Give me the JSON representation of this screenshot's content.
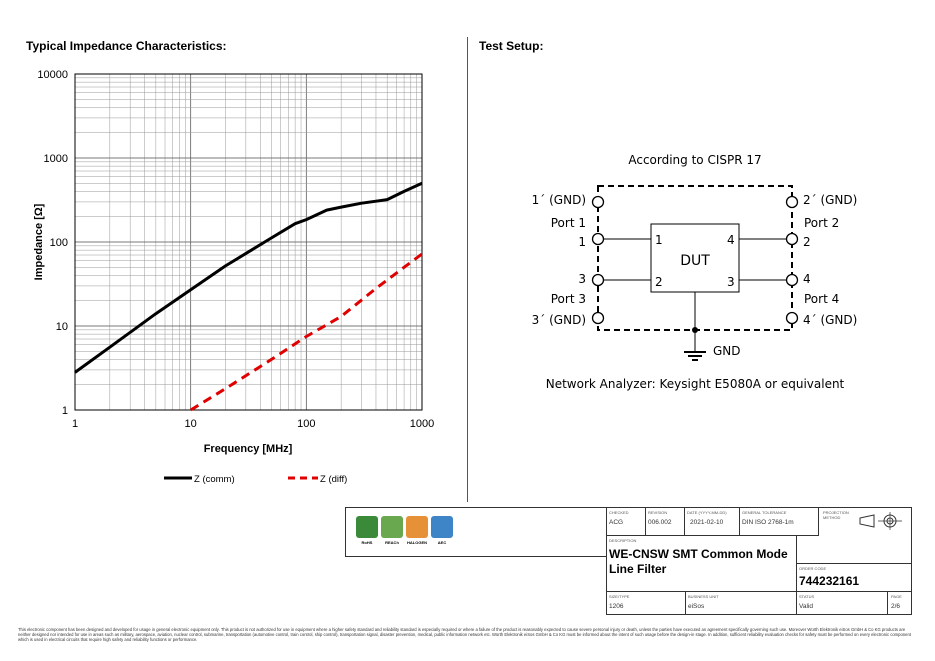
{
  "left_heading": "Typical Impedance Characteristics:",
  "right_heading": "Test Setup:",
  "chart_data": {
    "type": "line",
    "xscale": "log",
    "yscale": "log",
    "xlim": [
      1,
      1000
    ],
    "ylim": [
      1,
      10000
    ],
    "xlabel": "Frequency [MHz]",
    "ylabel": "Impedance [Ω]",
    "x_ticks": [
      "1",
      "10",
      "100",
      "1000"
    ],
    "y_ticks": [
      "1",
      "10",
      "100",
      "1000",
      "10000"
    ],
    "grid": true,
    "legend_position": "bottom",
    "series": [
      {
        "name": "Z (comm)",
        "color": "#000000",
        "style": "solid",
        "x": [
          1,
          2,
          5,
          10,
          20,
          50,
          80,
          100,
          150,
          200,
          300,
          500,
          700,
          1000
        ],
        "y": [
          2.8,
          5.6,
          14,
          27,
          52,
          112,
          165,
          185,
          240,
          260,
          290,
          320,
          400,
          500
        ]
      },
      {
        "name": "Z (diff)",
        "color": "#e00000",
        "style": "dashed",
        "x": [
          10,
          20,
          50,
          100,
          200,
          400,
          700,
          1000
        ],
        "y": [
          1,
          1.8,
          4,
          7.5,
          13,
          28,
          50,
          72
        ]
      }
    ]
  },
  "setup": {
    "title": "According to CISPR 17",
    "port1_gnd": "1´ (GND)",
    "port1": "Port 1",
    "pin1": "1",
    "pin3": "3",
    "port3": "Port 3",
    "port3_gnd": "3´ (GND)",
    "port2_gnd": "2´ (GND)",
    "port2": "Port 2",
    "pin2": "2",
    "pin4": "4",
    "port4": "Port 4",
    "port4_gnd": "4´ (GND)",
    "dut": "DUT",
    "dut_pin1": "1",
    "dut_pin2": "2",
    "dut_pin3": "3",
    "dut_pin4": "4",
    "gnd": "GND",
    "analyzer": "Network Analyzer: Keysight E5080A or equivalent"
  },
  "titleblock": {
    "checked_label": "CHECKED",
    "checked": "ACG",
    "revision_label": "REVISION",
    "revision": "006.002",
    "date_label": "DATE (YYYY-MM-DD)",
    "date": "2021-02-10",
    "tolerance_label": "GENERAL TOLERANCE",
    "tolerance": "DIN ISO 2768-1m",
    "projection_label": "PROJECTION METHOD",
    "description_label": "DESCRIPTION",
    "description_line1": "WE-CNSW SMT Common Mode",
    "description_line2": "Line Filter",
    "order_label": "ORDER CODE",
    "order": "744232161",
    "size_label": "SIZE/TYPE",
    "size": "1206",
    "unit_label": "BUSINESS UNIT",
    "unit": "eiSos",
    "status_label": "STATUS",
    "status": "Valid",
    "page_label": "PAGE",
    "page": "2/6"
  },
  "certs": [
    {
      "label": "RoHS",
      "color": "#3a8a3a"
    },
    {
      "label": "REACh",
      "color": "#6aa84f"
    },
    {
      "label": "HALOGEN",
      "color": "#e69138"
    },
    {
      "label": "AEC",
      "color": "#3d85c6"
    }
  ],
  "footer": "This electronic component has been designed and developed for usage in general electronic equipment only. This product is not authorized for use in equipment where a higher safety standard and reliability standard is especially required or where a failure of the product is reasonably expected to cause severe personal injury or death, unless the parties have executed an agreement specifically governing such use. Moreover Würth Elektronik eiSos GmbH & Co KG products are neither designed nor intended for use in areas such as military, aerospace, aviation, nuclear control, submarine, transportation (automotive control, train control, ship control), transportation signal, disaster prevention, medical, public information network etc. Würth Elektronik eiSos GmbH & Co KG must be informed about the intent of such usage before the design-in stage. In addition, sufficient reliability evaluation checks for safety must be performed on every electronic component which is used in electrical circuits that require high safety and reliability functions or performance."
}
